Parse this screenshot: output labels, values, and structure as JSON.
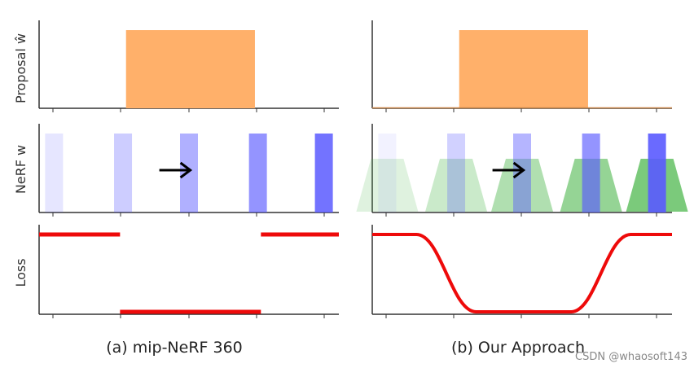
{
  "labels": {
    "proposal": "Proposal ŵ",
    "nerf": "NeRF w",
    "loss": "Loss"
  },
  "captions": {
    "left": "(a) mip-NeRF 360",
    "right": "(b) Our Approach"
  },
  "watermark": "CSDN @whaosoft143",
  "colors": {
    "proposal": "#ffb06a",
    "nerf": "#5a5aff",
    "loss": "#ee0a0a",
    "trapezoid": "#4fb84f",
    "axis": "#333333",
    "arrow": "#000000"
  },
  "icons": {
    "shift_arrow": "right-arrow-icon"
  },
  "chart_data": [
    {
      "type": "bar",
      "panel": "mip-NeRF 360",
      "x": [
        0.0,
        1.0
      ],
      "proposal": {
        "start": 0.29,
        "end": 0.72,
        "height": 1.0
      },
      "nerf_bins": [
        {
          "center": 0.05,
          "opacity": 0.15
        },
        {
          "center": 0.28,
          "opacity": 0.3
        },
        {
          "center": 0.5,
          "opacity": 0.48
        },
        {
          "center": 0.73,
          "opacity": 0.65
        },
        {
          "center": 0.95,
          "opacity": 0.85
        }
      ],
      "loss": {
        "style": "step",
        "high": 1.0,
        "low": 0.0,
        "low_start": 0.27,
        "low_end": 0.74
      }
    },
    {
      "type": "bar",
      "panel": "Our Approach",
      "x": [
        0.0,
        1.0
      ],
      "proposal": {
        "start": 0.29,
        "end": 0.72,
        "height": 1.0
      },
      "nerf_bins": [
        {
          "center": 0.05,
          "opacity": 0.08
        },
        {
          "center": 0.28,
          "opacity": 0.28
        },
        {
          "center": 0.5,
          "opacity": 0.45
        },
        {
          "center": 0.73,
          "opacity": 0.65
        },
        {
          "center": 0.95,
          "opacity": 0.9
        }
      ],
      "trapezoids": [
        {
          "center": 0.05,
          "opacity": 0.18
        },
        {
          "center": 0.28,
          "opacity": 0.3
        },
        {
          "center": 0.5,
          "opacity": 0.45
        },
        {
          "center": 0.73,
          "opacity": 0.6
        },
        {
          "center": 0.95,
          "opacity": 0.75
        }
      ],
      "loss": {
        "style": "smooth",
        "high": 1.0,
        "low": 0.0,
        "low_start": 0.27,
        "low_end": 0.74
      }
    }
  ]
}
